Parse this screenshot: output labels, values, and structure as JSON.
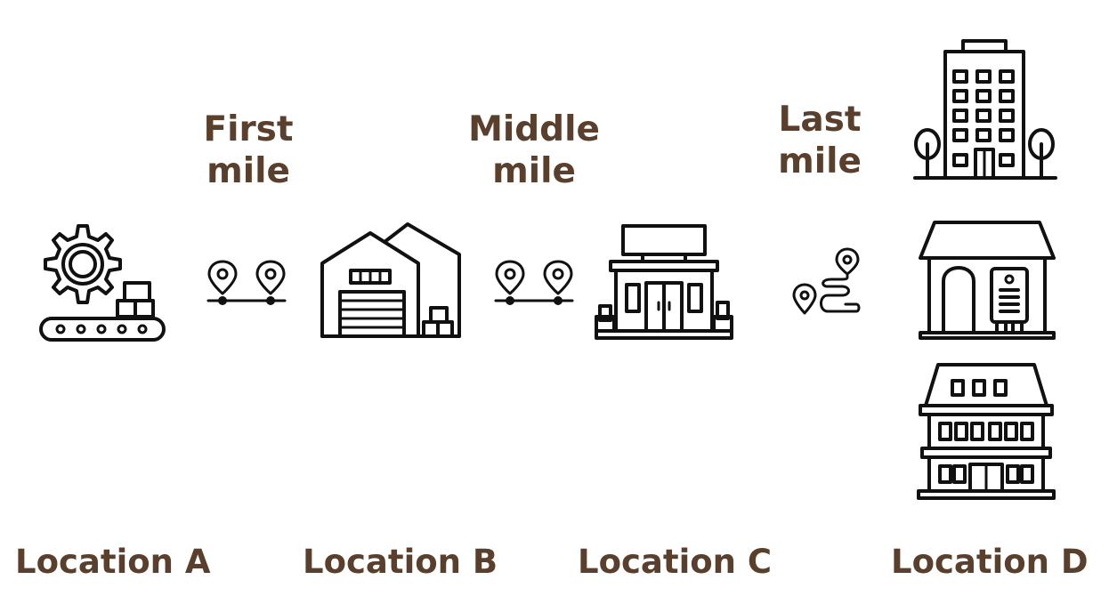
{
  "stages": [
    {
      "label": "First\nmile",
      "icon": "route-pins-icon"
    },
    {
      "label": "Middle\nmile",
      "icon": "route-pins-icon"
    },
    {
      "label": "Last\nmile",
      "icon": "winding-route-icon"
    }
  ],
  "locations": [
    {
      "label": "Location A",
      "icon": "factory-conveyor-icon"
    },
    {
      "label": "Location B",
      "icon": "warehouse-icon"
    },
    {
      "label": "Location C",
      "icon": "store-icon"
    },
    {
      "label": "Location D",
      "icons": [
        "apartment-building-icon",
        "house-icon",
        "townhouse-icon"
      ]
    }
  ],
  "colors": {
    "text": "#5a3f2c",
    "icon_stroke": "#111111",
    "background": "#ffffff"
  }
}
